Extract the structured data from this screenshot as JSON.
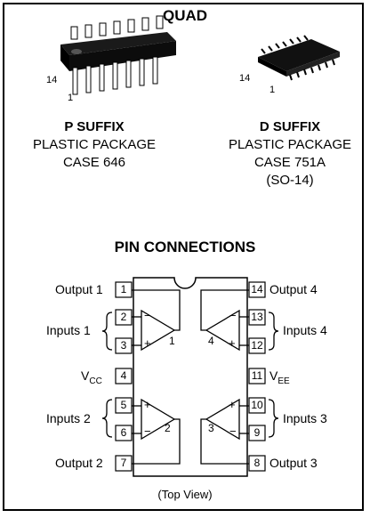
{
  "header": {
    "title": "QUAD"
  },
  "packages": [
    {
      "suffix": "P SUFFIX",
      "line1": "PLASTIC PACKAGE",
      "line2": "CASE 646",
      "line3": "",
      "pin_high": "14",
      "pin_low": "1"
    },
    {
      "suffix": "D SUFFIX",
      "line1": "PLASTIC PACKAGE",
      "line2": "CASE 751A",
      "line3": "(SO-14)",
      "pin_high": "14",
      "pin_low": "1"
    }
  ],
  "pinout": {
    "title": "PIN CONNECTIONS",
    "footer": "(Top View)",
    "pins": [
      {
        "num": "1",
        "label": "Output 1"
      },
      {
        "num": "2",
        "label": ""
      },
      {
        "num": "3",
        "label": ""
      },
      {
        "num": "4",
        "label": "V",
        "sub": "CC"
      },
      {
        "num": "5",
        "label": ""
      },
      {
        "num": "6",
        "label": ""
      },
      {
        "num": "7",
        "label": "Output 2"
      },
      {
        "num": "8",
        "label": "Output 3"
      },
      {
        "num": "9",
        "label": ""
      },
      {
        "num": "10",
        "label": ""
      },
      {
        "num": "11",
        "label": "V",
        "sub": "EE"
      },
      {
        "num": "12",
        "label": ""
      },
      {
        "num": "13",
        "label": ""
      },
      {
        "num": "14",
        "label": "Output 4"
      }
    ],
    "groups": [
      {
        "label": "Inputs 1"
      },
      {
        "label": "Inputs 2"
      },
      {
        "label": "Inputs 3"
      },
      {
        "label": "Inputs 4"
      }
    ],
    "amps": [
      {
        "label": "1"
      },
      {
        "label": "2"
      },
      {
        "label": "3"
      },
      {
        "label": "4"
      }
    ],
    "signs": {
      "minus": "−",
      "plus": "+"
    }
  }
}
